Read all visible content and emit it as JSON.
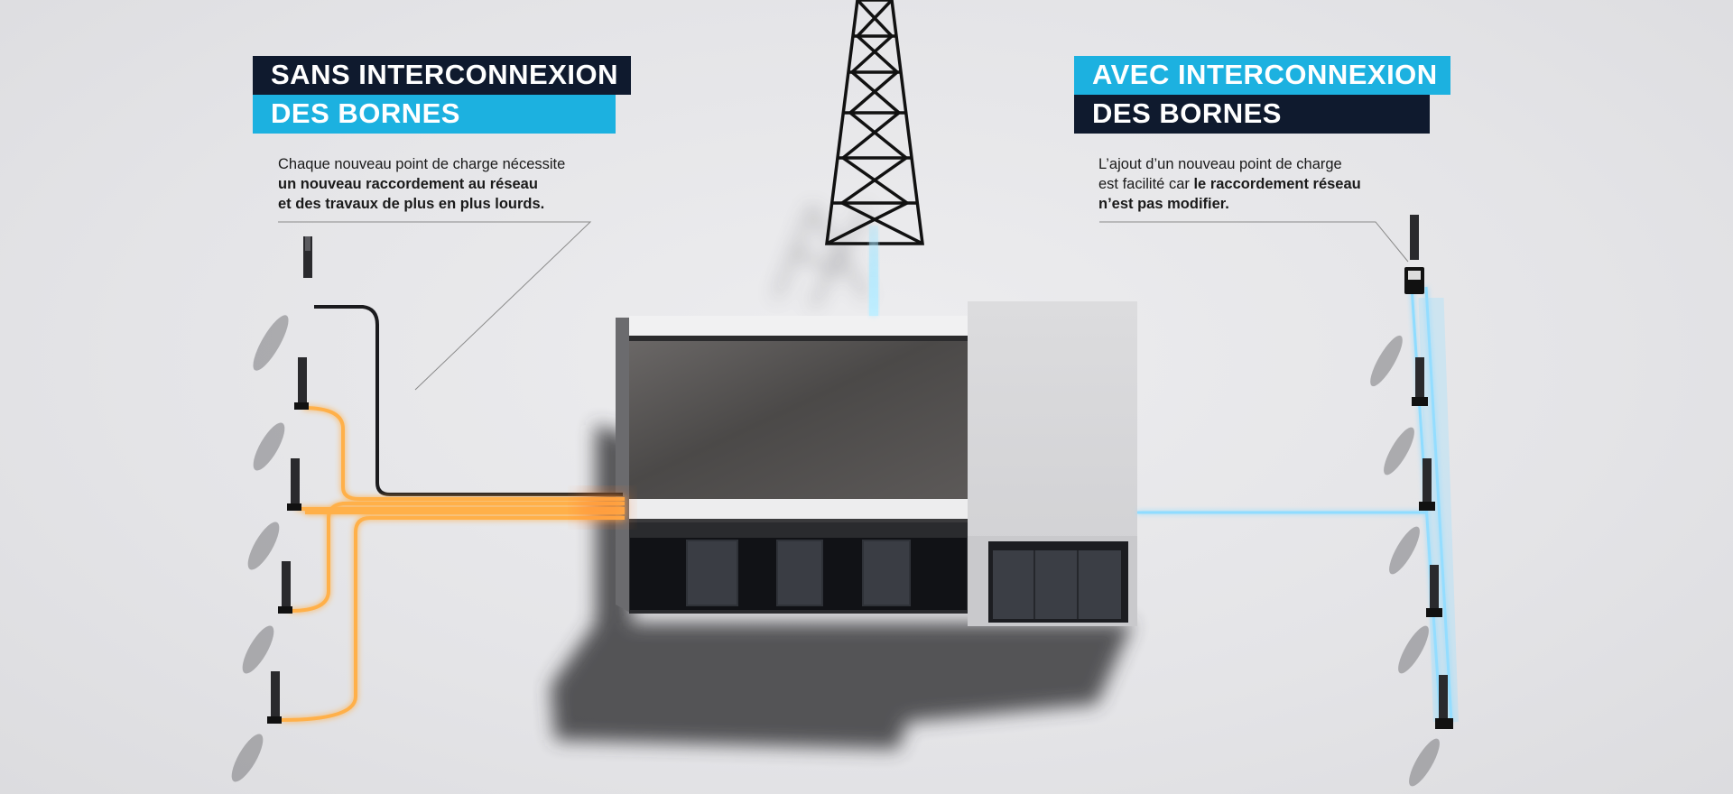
{
  "left_panel": {
    "title_line1": "SANS INTERCONNEXION",
    "title_line2": "DES BORNES",
    "desc_line1": "Chaque nouveau point de charge nécessite",
    "desc_line2": "un nouveau raccordement au réseau",
    "desc_line3": "et des travaux de plus en plus lourds."
  },
  "right_panel": {
    "title_line1": "AVEC INTERCONNEXION",
    "title_line2": "DES BORNES",
    "desc_line1": "L’ajout d’un nouveau point de charge",
    "desc_line2_plain": "est facilité car ",
    "desc_line2_bold": "le raccordement réseau",
    "desc_line3": "n’est pas modifier."
  },
  "colors": {
    "navy": "#0f1a2e",
    "cyan": "#1cb1e0",
    "orange_cable": "#ff9a2a",
    "blue_cable": "#8fdcff"
  }
}
